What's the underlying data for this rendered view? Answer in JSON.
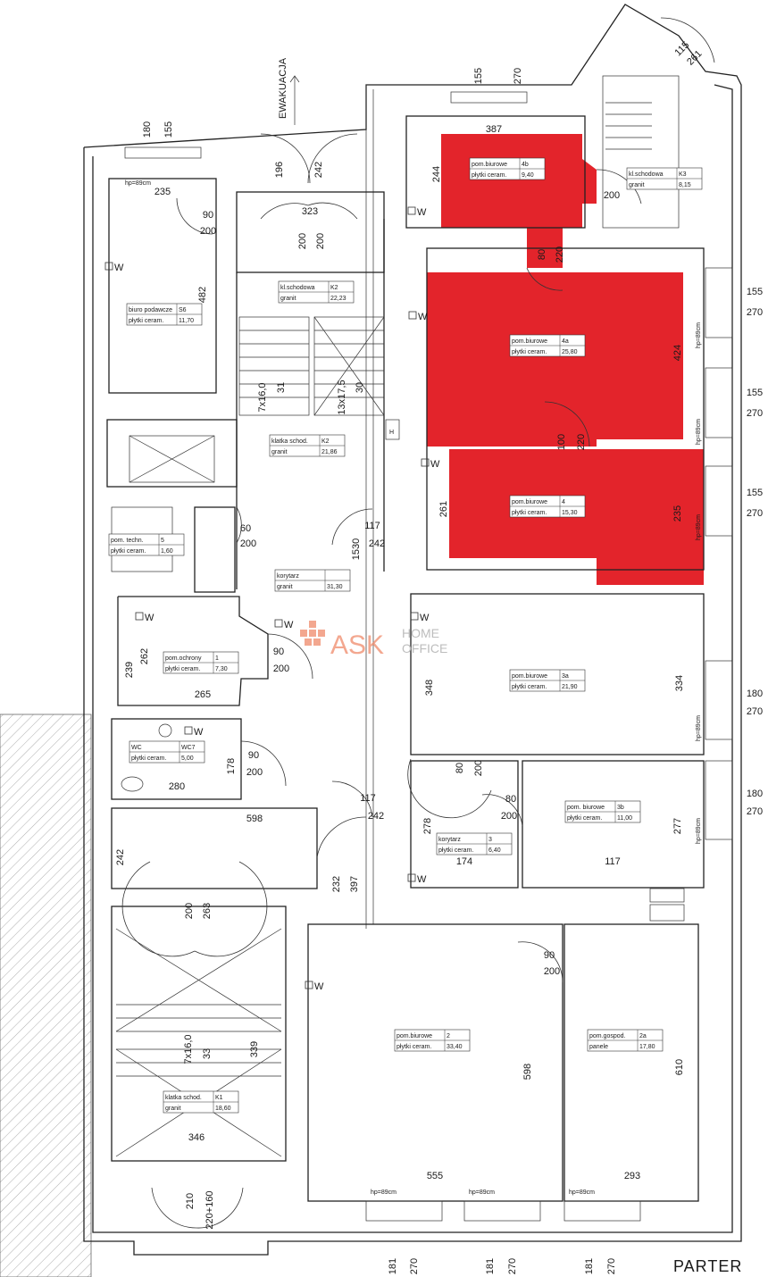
{
  "title": "PARTER",
  "evacuation_label": "EWAKUACJA",
  "logo": {
    "brand": "ASK",
    "line1": "HOME",
    "line2": "OFFICE",
    "color": "#ef8a6a"
  },
  "colors": {
    "highlight": "#e3242b",
    "lines": "#222222"
  },
  "rooms": [
    {
      "name": "pom.biurowe",
      "num": "4b",
      "floor": "płytki ceram.",
      "area": "9,40",
      "highlighted": true
    },
    {
      "name": "kl.schodowa",
      "num": "K3",
      "floor": "granit",
      "area": "8,15",
      "highlighted": false
    },
    {
      "name": "biuro podawcze",
      "num": "S6",
      "floor": "płytki ceram.",
      "area": "11,70",
      "highlighted": false
    },
    {
      "name": "kl.schodowa",
      "num": "K2",
      "floor": "granit",
      "area": "22,23",
      "highlighted": false
    },
    {
      "name": "pom.biurowe",
      "num": "4a",
      "floor": "płytki ceram.",
      "area": "25,80",
      "highlighted": true
    },
    {
      "name": "klatka schod.",
      "num": "K2",
      "floor": "granit",
      "area": "21,86",
      "highlighted": false
    },
    {
      "name": "pom.biurowe",
      "num": "4",
      "floor": "płytki ceram.",
      "area": "15,30",
      "highlighted": true
    },
    {
      "name": "pom. techn.",
      "num": "5",
      "floor": "płytki ceram.",
      "area": "1,60",
      "highlighted": false
    },
    {
      "name": "korytarz",
      "num": "",
      "floor": "granit",
      "area": "31,30",
      "highlighted": false
    },
    {
      "name": "pom.ochrony",
      "num": "1",
      "floor": "płytki ceram.",
      "area": "7,30",
      "highlighted": false
    },
    {
      "name": "pom.biurowe",
      "num": "3a",
      "floor": "płytki ceram.",
      "area": "21,90",
      "highlighted": false
    },
    {
      "name": "WC",
      "num": "WC7",
      "floor": "płytki ceram.",
      "area": "5,00",
      "highlighted": false
    },
    {
      "name": "pom. biurowe",
      "num": "3b",
      "floor": "płytki ceram.",
      "area": "11,00",
      "highlighted": false
    },
    {
      "name": "korytarz",
      "num": "3",
      "floor": "płytki ceram.",
      "area": "6,40",
      "highlighted": false
    },
    {
      "name": "pom.biurowe",
      "num": "2",
      "floor": "płytki ceram.",
      "area": "33,40",
      "highlighted": false
    },
    {
      "name": "pom.gospod.",
      "num": "2a",
      "floor": "panele",
      "area": "17,80",
      "highlighted": false
    },
    {
      "name": "klatka schod.",
      "num": "K1",
      "floor": "granit",
      "area": "18,60",
      "highlighted": false
    }
  ],
  "dimensions": [
    "180",
    "155",
    "155",
    "270",
    "387",
    "244",
    "235",
    "323",
    "90",
    "200",
    "196",
    "242",
    "482",
    "200",
    "200",
    "80",
    "220",
    "200",
    "155",
    "270",
    "424",
    "155",
    "270",
    "7x16,0",
    "31",
    "13x17,5",
    "30",
    "100",
    "220",
    "261",
    "235",
    "155",
    "270",
    "60",
    "200",
    "117",
    "242",
    "1530",
    "262",
    "239",
    "90",
    "200",
    "265",
    "348",
    "334",
    "180",
    "270",
    "178",
    "90",
    "200",
    "280",
    "80",
    "200",
    "80",
    "200",
    "278",
    "277",
    "180",
    "270",
    "598",
    "117",
    "242",
    "232",
    "397",
    "174",
    "117",
    "242",
    "200",
    "263",
    "90",
    "200",
    "7x16,0",
    "33",
    "339",
    "598",
    "610",
    "346",
    "555",
    "293",
    "210",
    "220+160",
    "181",
    "270",
    "181",
    "270",
    "181",
    "270",
    "115",
    "261"
  ],
  "annotations": [
    "hp=89cm",
    "W",
    "H"
  ]
}
